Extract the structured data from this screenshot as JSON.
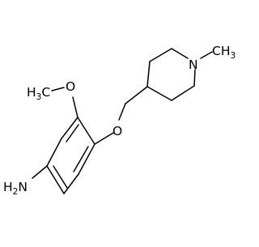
{
  "molecule": {
    "atom_labels": {
      "methyl_top_left": "H3C",
      "ether_oxygen_methoxy": "O",
      "ether_oxygen_linker": "O",
      "piperidine_nitrogen": "N",
      "n_methyl": "CH3",
      "amine": "H2N"
    }
  }
}
